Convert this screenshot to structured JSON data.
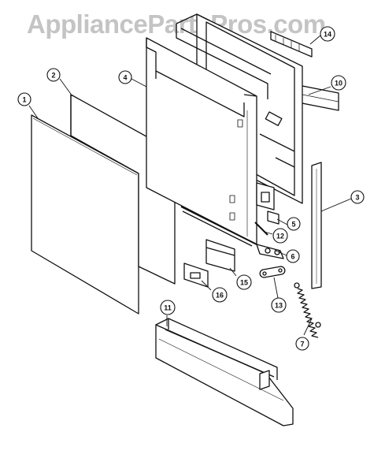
{
  "watermark": {
    "text": "AppliancePartsPros.com"
  },
  "colors": {
    "line": "#111111",
    "watermark": "#c4c4c4",
    "paper": "#ffffff"
  },
  "callouts": [
    {
      "id": "c1",
      "label": "1"
    },
    {
      "id": "c2",
      "label": "2"
    },
    {
      "id": "c3",
      "label": "3"
    },
    {
      "id": "c4",
      "label": "4"
    },
    {
      "id": "c5",
      "label": "5"
    },
    {
      "id": "c6",
      "label": "6"
    },
    {
      "id": "c7",
      "label": "7"
    },
    {
      "id": "c10",
      "label": "10"
    },
    {
      "id": "c11",
      "label": "11"
    },
    {
      "id": "c12",
      "label": "12"
    },
    {
      "id": "c13",
      "label": "13"
    },
    {
      "id": "c14",
      "label": "14"
    },
    {
      "id": "c15",
      "label": "15"
    },
    {
      "id": "c16",
      "label": "16"
    }
  ]
}
